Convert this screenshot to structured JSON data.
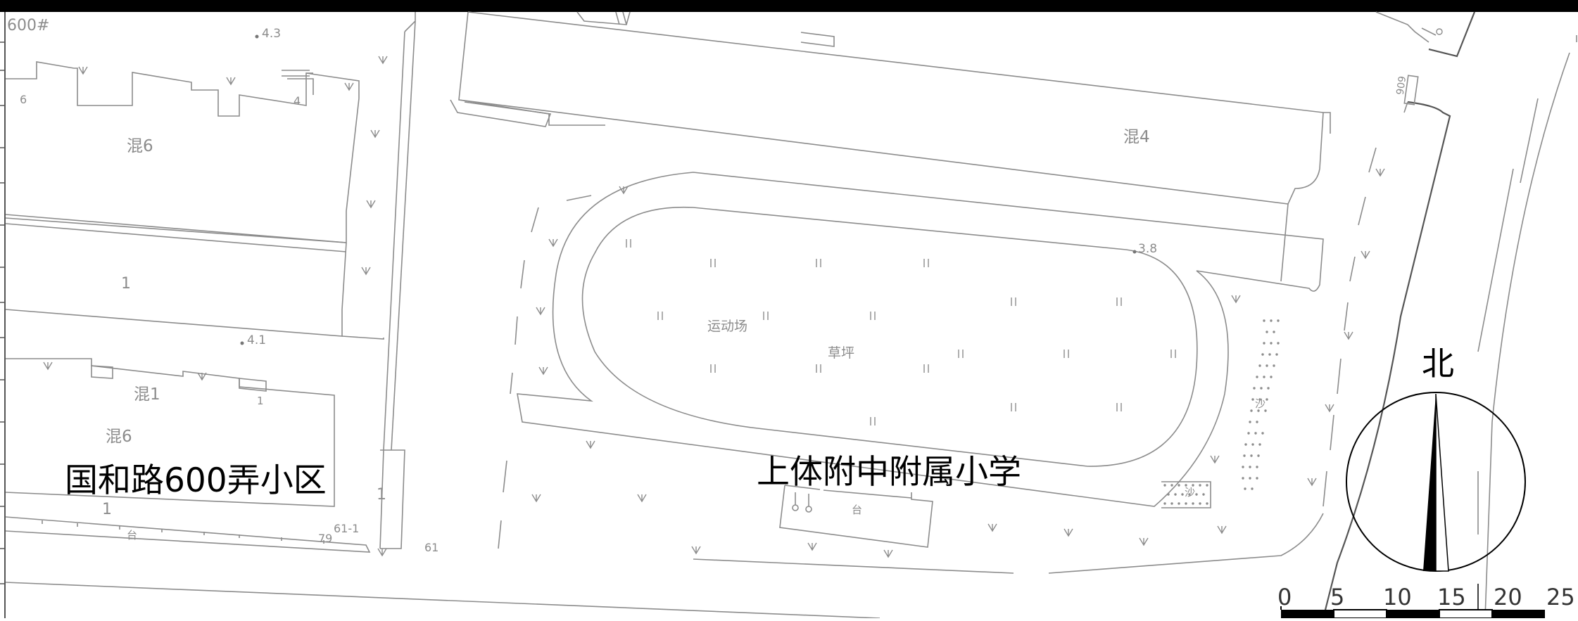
{
  "map": {
    "areas": {
      "residential": "国和路600弄小区",
      "school": "上体附中附属小学"
    },
    "labels": {
      "parcel": "600#",
      "b_hun6_a": "混6",
      "b_hun6_b": "混6",
      "b_hun1": "混1",
      "b_hun4": "混4",
      "b_one_a": "1",
      "b_one_b": "1",
      "b_one_c": "1",
      "b_one_d": "1",
      "b_six": "6",
      "b_four": "4",
      "sports_field": "运动场",
      "lawn": "草坪",
      "platform_a": "台",
      "platform_b": "台",
      "sand_a": "沙",
      "sand_b": "沙",
      "door_61": "61",
      "door_61_1": "61-1",
      "door_79": "79",
      "door_606": "606"
    },
    "spot_heights": {
      "h1": "4.3",
      "h2": "4.1",
      "h3": "3.8"
    },
    "north_arrow": {
      "label": "北"
    },
    "scale_bar": {
      "ticks": [
        "0",
        "5",
        "10",
        "15",
        "20",
        "25"
      ]
    },
    "colors": {
      "linework": "#8c8c8c",
      "text_major": "#000000",
      "frame": "#000000"
    }
  }
}
